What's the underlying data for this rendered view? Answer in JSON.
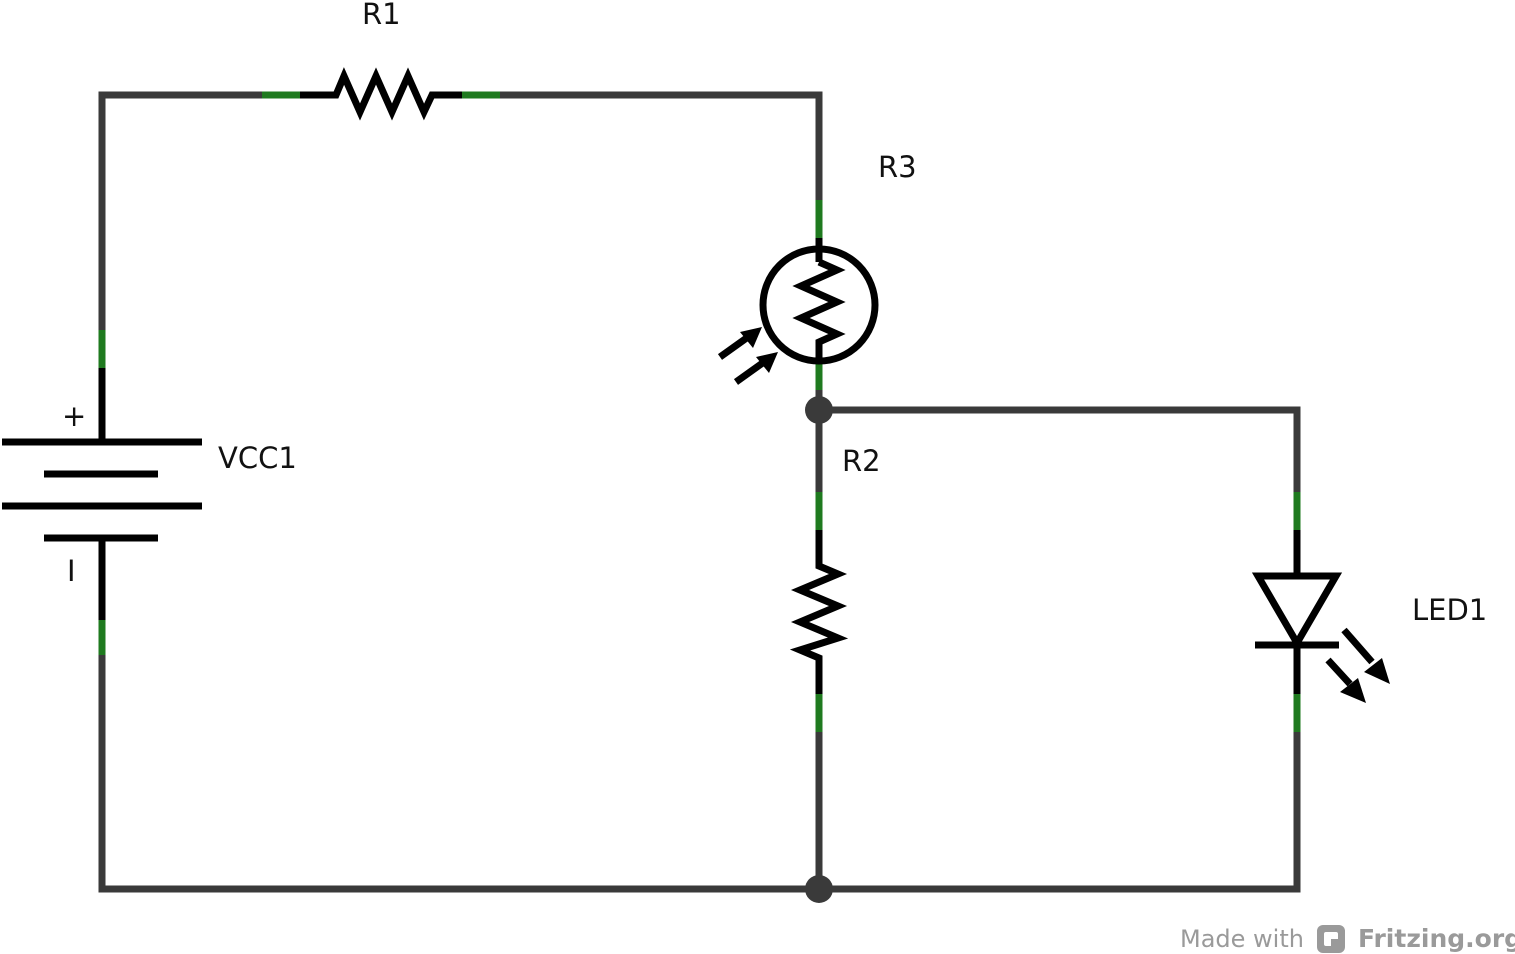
{
  "components": {
    "r1": "R1",
    "r2": "R2",
    "r3": "R3",
    "vcc1": "VCC1",
    "led1": "LED1",
    "battery_plus": "+",
    "battery_minus": "I"
  },
  "footer": {
    "made_with": "Made with",
    "brand": "Fritzing.org"
  },
  "colors": {
    "wire": "#3a3a3a",
    "pin": "#1f7a1f",
    "symbol": "#000000",
    "footer_text": "#9a9a9a"
  }
}
